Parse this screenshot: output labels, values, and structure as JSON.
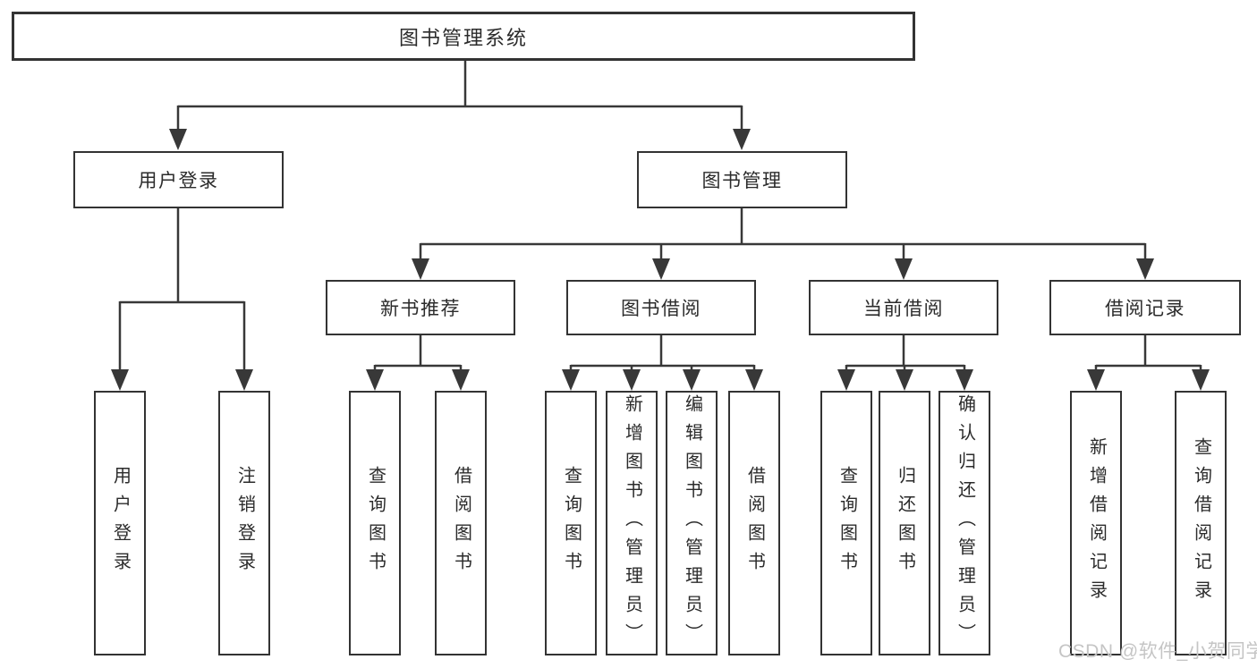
{
  "diagram": {
    "title_note": "functional structure diagram",
    "root": {
      "label": "图书管理系统"
    },
    "branches": [
      {
        "label": "用户登录",
        "children": [
          {
            "label": "用户登录"
          },
          {
            "label": "注销登录"
          }
        ]
      },
      {
        "label": "图书管理",
        "children": [
          {
            "label": "新书推荐",
            "children": [
              {
                "label": "查询图书"
              },
              {
                "label": "借阅图书"
              }
            ]
          },
          {
            "label": "图书借阅",
            "children": [
              {
                "label": "查询图书"
              },
              {
                "label": "新增图书（管理员）"
              },
              {
                "label": "编辑图书（管理员）"
              },
              {
                "label": "借阅图书"
              }
            ]
          },
          {
            "label": "当前借阅",
            "children": [
              {
                "label": "查询图书"
              },
              {
                "label": "归还图书"
              },
              {
                "label": "确认归还（管理员）"
              }
            ]
          },
          {
            "label": "借阅记录",
            "children": [
              {
                "label": "新增借阅记录"
              },
              {
                "label": "查询借阅记录"
              }
            ]
          }
        ]
      }
    ],
    "watermark": "CSDN @软件_小贺同学",
    "colors": {
      "line": "#383838",
      "box_border": "#333333",
      "text": "#2b2b2b",
      "watermark": "#c5c5c5",
      "background": "#ffffff"
    }
  }
}
